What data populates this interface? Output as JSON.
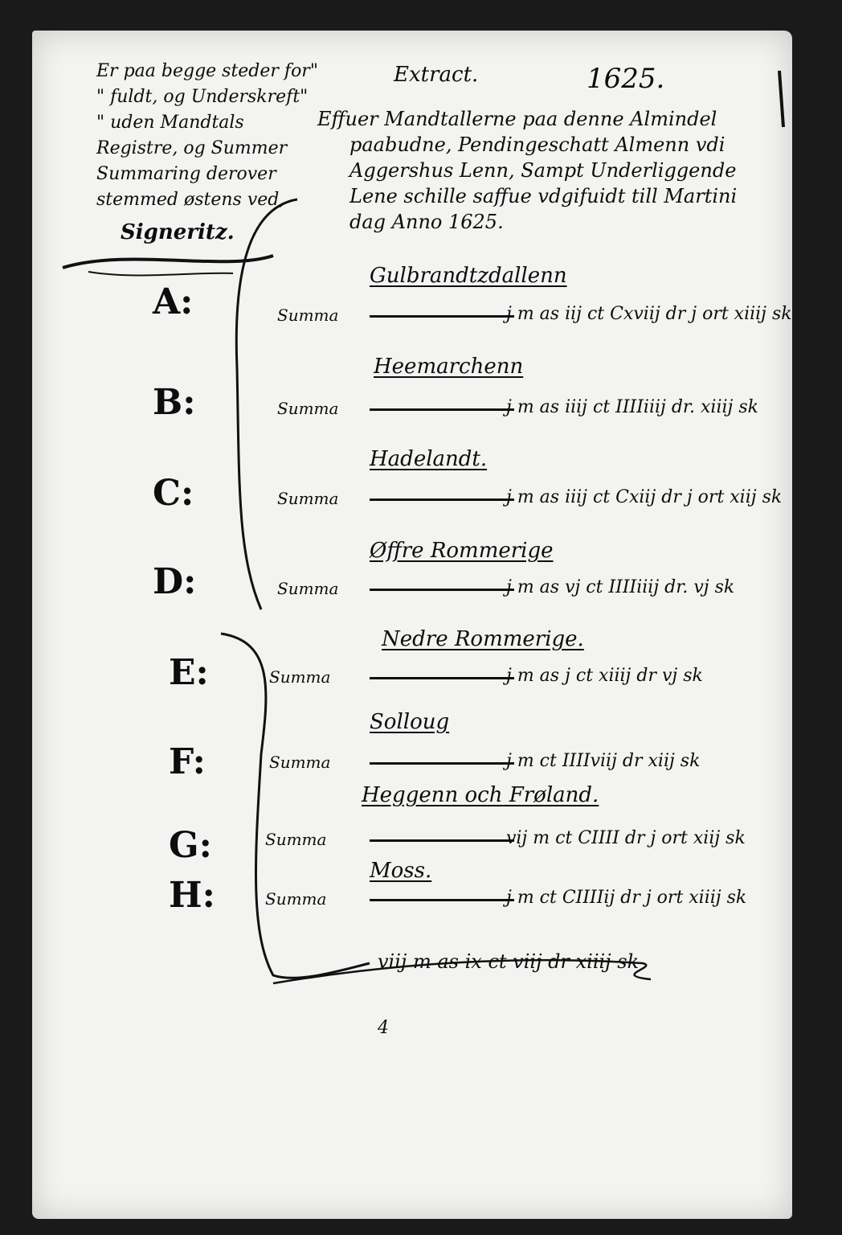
{
  "marginal_note": {
    "lines": [
      "Er paa begge steder for\"",
      "\" fuldt, og Underskreft\"",
      "\" uden Mandtals",
      "Registre, og Summer",
      "Summaring derover",
      "stemmed østens ved,",
      "Signeritz."
    ]
  },
  "heading": {
    "label": "Extract.",
    "year": "1625.",
    "lines": [
      "Effuer Mandtallerne paa denne Almindel",
      "paabudne, Pendingeschatt Almenn vdi",
      "Aggershus Lenn, Sampt Underliggende",
      "Lene schille saffue vdgifuidt till Martini",
      "dag Anno 1625."
    ]
  },
  "entries": [
    {
      "letter": "A:",
      "district": "Gulbrandtzdallenn",
      "label": "Summa",
      "value": "j m as iij ct Cxviij dr j ort xiiij sk"
    },
    {
      "letter": "B:",
      "district": "Heemarchenn",
      "label": "Summa",
      "value": "j m as iiij ct IIIIiiij dr. xiiij sk"
    },
    {
      "letter": "C:",
      "district": "Hadelandt.",
      "label": "Summa",
      "value": "j m as iiij ct Cxiij dr j ort xiij sk"
    },
    {
      "letter": "D:",
      "district": "Øffre Rommerige",
      "label": "Summa",
      "value": "j m as vj ct IIIIiiij dr. vj sk"
    },
    {
      "letter": "E:",
      "district": "Nedre Rommerige.",
      "label": "Summa",
      "value": "j m as j ct xiiij dr vj sk"
    },
    {
      "letter": "F:",
      "district": "Solloug",
      "label": "Summa",
      "value": "j m ct IIIIviij dr xiij sk"
    },
    {
      "letter": "G:",
      "district": "Heggenn och Frøland.",
      "label": "Summa",
      "value": "vij m ct CIIII dr j ort xiij sk"
    },
    {
      "letter": "H:",
      "district": "Moss.",
      "label": "Summa",
      "value": "j m ct CIIIIij dr j ort xiiij sk"
    }
  ],
  "total": {
    "value": "viij m as ix ct viij dr xiiij sk"
  },
  "folio": "4"
}
